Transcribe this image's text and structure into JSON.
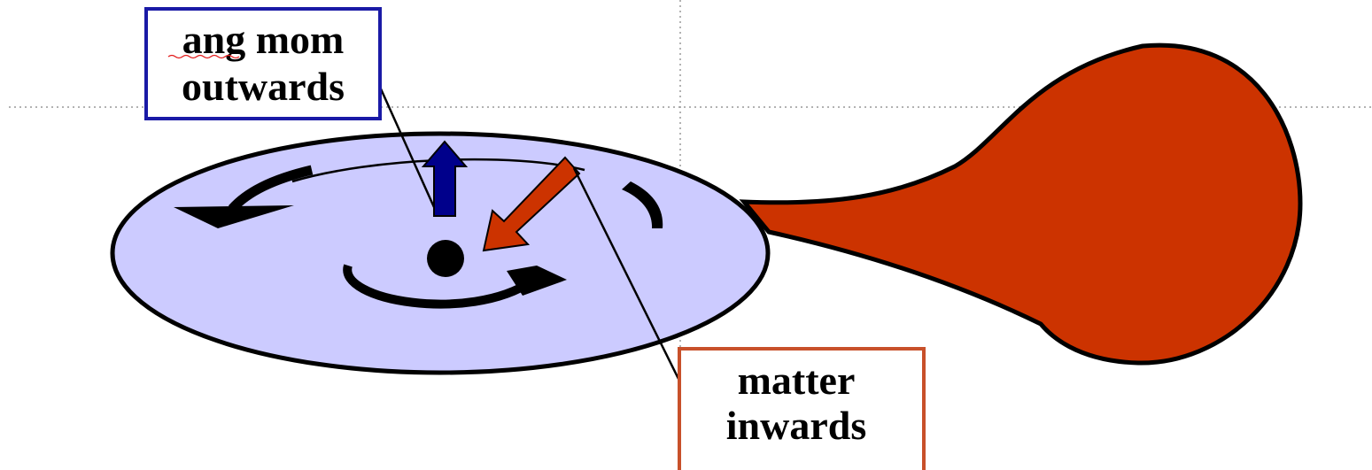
{
  "labels": {
    "angular_momentum": {
      "line1": "ang mom",
      "line2": "outwards"
    },
    "matter": {
      "line1": "matter",
      "line2": "inwards"
    }
  },
  "colors": {
    "disk_fill": "#cccbff",
    "outline": "#000000",
    "star_fill": "#cc3300",
    "ang_mom_arrow": "#00008b",
    "matter_arrow": "#cc3300",
    "ang_mom_box_border": "#1a1aa6",
    "matter_box_border": "#c8502a",
    "guide_lines": "#999999"
  },
  "icons": {
    "accretion_disk": "ellipse",
    "central_object": "filled-circle",
    "donor_star": "teardrop",
    "rotation_arrows": "curved-arrow",
    "ang_mom_arrow": "up-arrow",
    "matter_arrow": "diagonal-arrow"
  }
}
